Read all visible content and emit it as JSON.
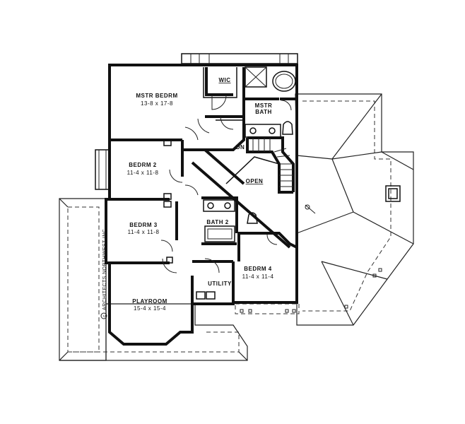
{
  "plan": {
    "rooms": [
      {
        "key": "mstr_bedrm",
        "name": "MSTR BEDRM",
        "size": "13-8 x 17-8"
      },
      {
        "key": "wic",
        "name": "WIC",
        "size": ""
      },
      {
        "key": "mstr_bath",
        "name": "MSTR BATH",
        "size": ""
      },
      {
        "key": "bedrm2",
        "name": "BEDRM 2",
        "size": "11-4 x 11-8"
      },
      {
        "key": "bedrm3",
        "name": "BEDRM 3",
        "size": "11-4 x 11-8"
      },
      {
        "key": "bath2",
        "name": "BATH 2",
        "size": ""
      },
      {
        "key": "bedrm4",
        "name": "BEDRM 4",
        "size": "11-4 x 11-4"
      },
      {
        "key": "playroom",
        "name": "PLAYROOM",
        "size": "15-4 x 15-4"
      },
      {
        "key": "utility",
        "name": "UTILITY",
        "size": ""
      },
      {
        "key": "open",
        "name": "OPEN",
        "size": ""
      }
    ],
    "stair_label": "DN",
    "mstr_bath_line1": "MSTR",
    "mstr_bath_line2": "BATH",
    "copyright": "ARCHITECTS NORTHWEST INC.",
    "copyright_mark": "c"
  }
}
